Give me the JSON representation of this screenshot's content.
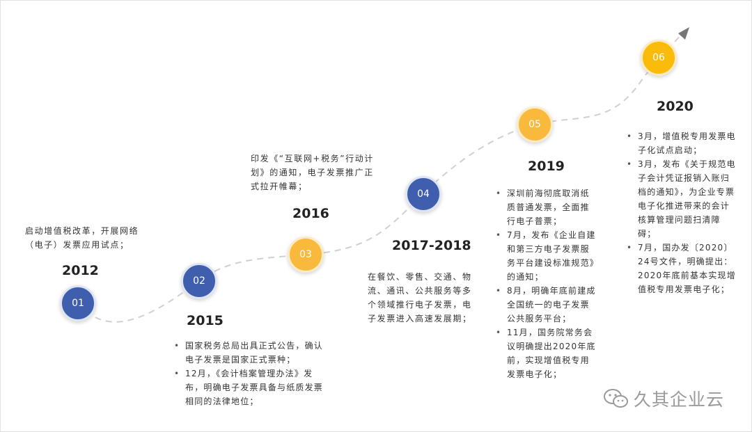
{
  "milestones": [
    {
      "num": "01",
      "year": "2012",
      "text": "启动增值税改革，开展网络（电子）发票应用试点；"
    },
    {
      "num": "02",
      "year": "2015",
      "items": [
        "国家税务总局出具正式公告，确认电子发票是国家正式票种；",
        "12月，《会计档案管理办法》发布，明确电子发票具备与纸质发票相同的法律地位；"
      ]
    },
    {
      "num": "03",
      "year": "2016",
      "text": "印发《“互联网+税务”行动计划》的通知，电子发票推广正式拉开帷幕；"
    },
    {
      "num": "04",
      "year": "2017-2018",
      "text": "在餐饮、零售、交通、物流、通讯、公共服务等多个领域推行电子发票，电子发票进入高速发展期；"
    },
    {
      "num": "05",
      "year": "2019",
      "items": [
        "深圳前海彻底取消纸质普通发票，全面推行电子普票；",
        "7月，发布《企业自建和第三方电子发票服务平台建设标准规范》的通知；",
        "8月，明确年底前建成全国统一的电子发票公共服务平台；",
        "11月，国务院常务会议明确提出2020年底前，实现增值税专用发票电子化；"
      ]
    },
    {
      "num": "06",
      "year": "2020",
      "items": [
        "3月，增值税专用发票电子化试点启动；",
        "3月，发布《关于规范电子会计凭证报销入账归档的通知》，为企业专票电子化推进带来的会计核算管理问题扫清障碍；",
        "7月，国办发〔2020〕24号文件，明确提出：2020年底前基本实现增值税专用发票电子化；"
      ]
    }
  ],
  "watermark": {
    "text": "久其企业云",
    "icon": "wechat-icon"
  },
  "colors": {
    "blue": "#3f5fae",
    "yellow": "#f9b93c",
    "gold": "#fbbb0a",
    "path": "#d0d0d0",
    "arrow": "#777777"
  }
}
